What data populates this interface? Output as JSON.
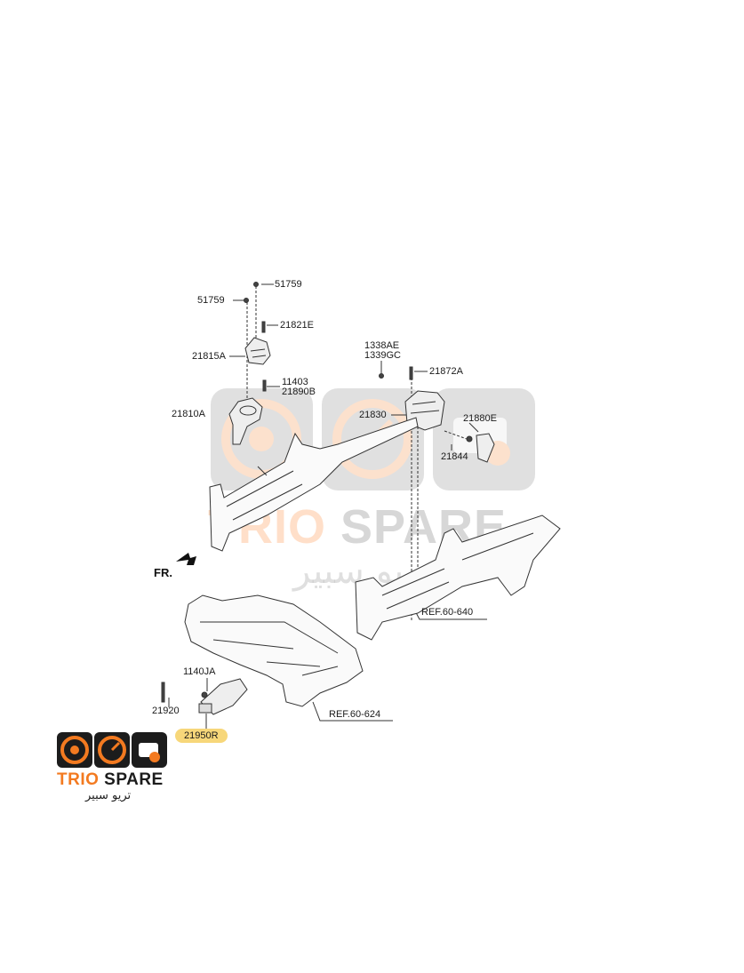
{
  "watermark": {
    "brand_a": "TRIO",
    "brand_b": "SPARE",
    "arabic": "تريو سبير",
    "colors": {
      "accent": "#f37a20",
      "dark": "#5e5e5e"
    }
  },
  "logo": {
    "brand_a": "TRIO",
    "brand_b": "SPARE",
    "arabic": "تريو سبير",
    "colors": {
      "accent": "#f37a20",
      "dark": "#1c1c1c"
    }
  },
  "direction": {
    "label": "FR."
  },
  "parts": {
    "p51759_top": "51759",
    "p51759_left": "51759",
    "p21821E": "21821E",
    "p21815A": "21815A",
    "p11403": "11403",
    "p21890B": "21890B",
    "p21810A": "21810A",
    "p1338AE": "1338AE",
    "p1339GC": "1339GC",
    "p21872A": "21872A",
    "p21830": "21830",
    "p21880E": "21880E",
    "p21844": "21844",
    "ref_640": "REF.60-640",
    "p1140JA": "1140JA",
    "p21920": "21920",
    "p21950R": "21950R",
    "ref_624": "REF.60-624"
  }
}
